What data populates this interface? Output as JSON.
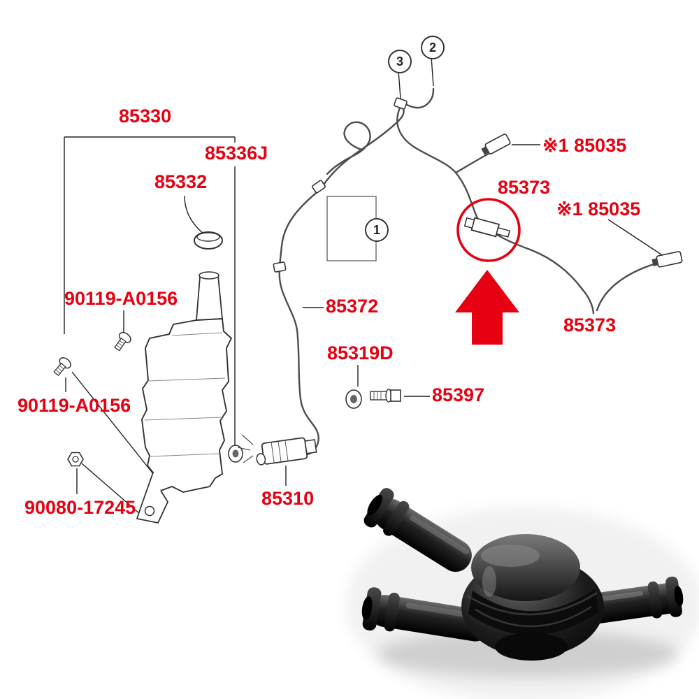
{
  "colors": {
    "label_red": "#e60012",
    "arrow_red": "#e60012",
    "line_dark": "#2b2b2b"
  },
  "labels": [
    {
      "id": "85330",
      "text": "85330"
    },
    {
      "id": "85336J",
      "text": "85336J"
    },
    {
      "id": "85332",
      "text": "85332"
    },
    {
      "id": "90119-A0156-upper",
      "text": "90119-A0156"
    },
    {
      "id": "90119-A0156-lower",
      "text": "90119-A0156"
    },
    {
      "id": "90080-17245",
      "text": "90080-17245"
    },
    {
      "id": "85310",
      "text": "85310"
    },
    {
      "id": "85372",
      "text": "85372"
    },
    {
      "id": "85319D",
      "text": "85319D"
    },
    {
      "id": "85397",
      "text": "85397"
    },
    {
      "id": "85373-upper",
      "text": "85373"
    },
    {
      "id": "85035-upper",
      "text": "※1 85035"
    },
    {
      "id": "85035-right",
      "text": "※1 85035"
    },
    {
      "id": "85373-lower",
      "text": "85373"
    }
  ],
  "callouts": [
    "1",
    "2",
    "3"
  ]
}
